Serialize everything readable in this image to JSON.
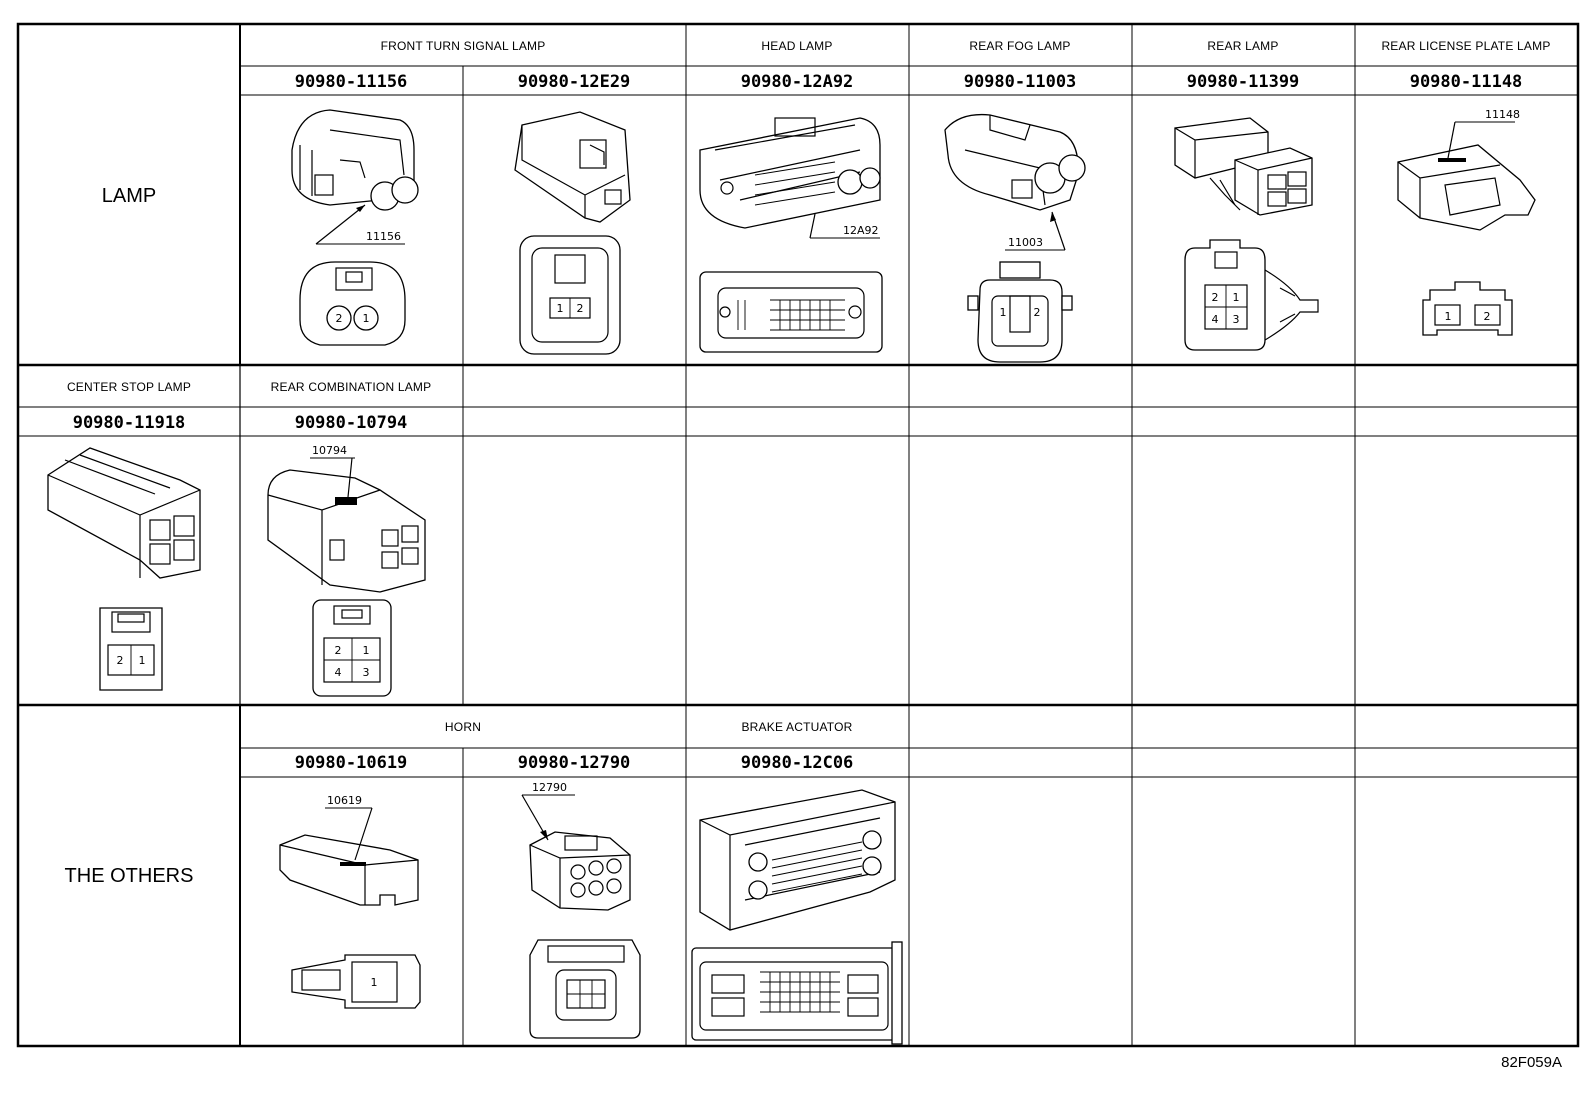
{
  "sections": [
    {
      "label": "LAMP"
    },
    {
      "label": "THE OTHERS"
    }
  ],
  "row1": {
    "groups": [
      "FRONT TURN SIGNAL LAMP",
      "HEAD LAMP",
      "REAR FOG LAMP",
      "REAR LAMP",
      "REAR LICENSE PLATE LAMP"
    ],
    "parts": [
      "90980-11156",
      "90980-12E29",
      "90980-12A92",
      "90980-11003",
      "90980-11399",
      "90980-11148"
    ],
    "callouts": [
      "11156",
      "12A92",
      "11003",
      "11148"
    ],
    "pins": {
      "p11156": [
        "2",
        "1"
      ],
      "p12E29": [
        "1",
        "2"
      ],
      "p11003": [
        "1",
        "2"
      ],
      "p11399": [
        "2",
        "1",
        "4",
        "3"
      ],
      "p11148": [
        "1",
        "2"
      ]
    }
  },
  "row2": {
    "groups": [
      "CENTER STOP LAMP",
      "REAR COMBINATION LAMP"
    ],
    "parts": [
      "90980-11918",
      "90980-10794"
    ],
    "callouts": [
      "10794"
    ],
    "pins": {
      "p11918": [
        "2",
        "1"
      ],
      "p10794": [
        "2",
        "1",
        "4",
        "3"
      ]
    }
  },
  "row3": {
    "groups": [
      "HORN",
      "BRAKE ACTUATOR"
    ],
    "parts": [
      "90980-10619",
      "90980-12790",
      "90980-12C06"
    ],
    "callouts": [
      "10619",
      "12790"
    ],
    "pins": {
      "p10619": [
        "1"
      ]
    }
  },
  "figure_ref": "82F059A"
}
